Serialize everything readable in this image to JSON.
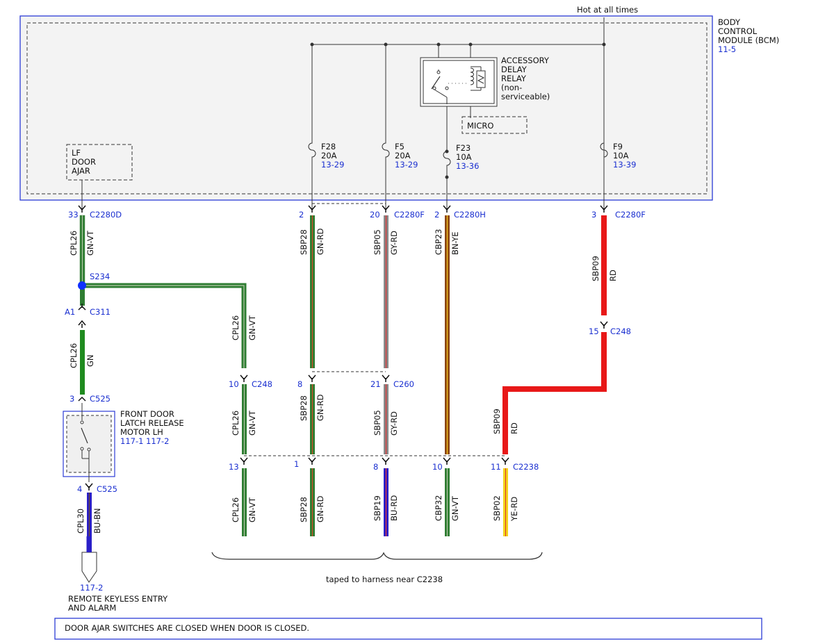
{
  "header": {
    "hot_label": "Hot at all times"
  },
  "bcm": {
    "line1": "BODY",
    "line2": "CONTROL",
    "line3": "MODULE (BCM)",
    "ref": "11-5"
  },
  "relay": {
    "line1": "ACCESSORY",
    "line2": "DELAY",
    "line3": "RELAY",
    "line4": "(non-",
    "line5": "serviceable)",
    "micro": "MICRO"
  },
  "lf_door": {
    "line1": "LF",
    "line2": "DOOR",
    "line3": "AJAR"
  },
  "fuses": [
    {
      "name": "F28",
      "rating": "20A",
      "ref": "13-29"
    },
    {
      "name": "F5",
      "rating": "20A",
      "ref": "13-29"
    },
    {
      "name": "F23",
      "rating": "10A",
      "ref": "13-36"
    },
    {
      "name": "F9",
      "rating": "10A",
      "ref": "13-39"
    }
  ],
  "connectors": {
    "c1": {
      "pin": "33",
      "name": "C2280D"
    },
    "c2": {
      "pin": "2",
      "name": ""
    },
    "c3": {
      "pin": "20",
      "name": "C2280F"
    },
    "c4": {
      "pin": "2",
      "name": "C2280H"
    },
    "c5": {
      "pin": "3",
      "name": "C2280F"
    },
    "c6": {
      "pin": "A1",
      "name": "C311"
    },
    "c7": {
      "pin": "15",
      "name": "C248"
    },
    "c8": {
      "pin": "3",
      "name": "C525"
    },
    "c9": {
      "pin": "10",
      "name": "C248"
    },
    "c10": {
      "pin": "8",
      "name": ""
    },
    "c11": {
      "pin": "21",
      "name": "C260"
    },
    "c12": {
      "pin": "13",
      "name": ""
    },
    "c13": {
      "pin": "1",
      "name": ""
    },
    "c14": {
      "pin": "8",
      "name": ""
    },
    "c15": {
      "pin": "10",
      "name": ""
    },
    "c16": {
      "pin": "11",
      "name": "C2238"
    },
    "c17": {
      "pin": "4",
      "name": "C525"
    }
  },
  "splice": {
    "name": "S234"
  },
  "wires": {
    "w1": {
      "circuit": "CPL26",
      "color": "GN-VT"
    },
    "w2": {
      "circuit": "CPL26",
      "color": "GN"
    },
    "w3": {
      "circuit": "CPL26",
      "color": "GN-VT"
    },
    "w4": {
      "circuit": "CPL26",
      "color": "GN-VT"
    },
    "w5": {
      "circuit": "CPL26",
      "color": "GN-VT"
    },
    "w6": {
      "circuit": "SBP28",
      "color": "GN-RD"
    },
    "w7": {
      "circuit": "SBP28",
      "color": "GN-RD"
    },
    "w8": {
      "circuit": "SBP28",
      "color": "GN-RD"
    },
    "w9": {
      "circuit": "SBP05",
      "color": "GY-RD"
    },
    "w10": {
      "circuit": "SBP05",
      "color": "GY-RD"
    },
    "w11": {
      "circuit": "SBP19",
      "color": "BU-RD"
    },
    "w12": {
      "circuit": "CBP23",
      "color": "BN-YE"
    },
    "w13": {
      "circuit": "CBP32",
      "color": "GN-VT"
    },
    "w14": {
      "circuit": "SBP09",
      "color": "RD"
    },
    "w15": {
      "circuit": "SBP09",
      "color": "RD"
    },
    "w16": {
      "circuit": "SBP02",
      "color": "YE-RD"
    },
    "w17": {
      "circuit": "CPL30",
      "color": "BU-BN"
    }
  },
  "latch_motor": {
    "line1": "FRONT DOOR",
    "line2": "LATCH RELEASE",
    "line3": "MOTOR LH",
    "ref1": "117-1",
    "ref2": "117-2"
  },
  "rke": {
    "ref": "117-2",
    "line1": "REMOTE KEYLESS ENTRY",
    "line2": "AND ALARM"
  },
  "harness_note": "taped to harness near C2238",
  "footer_note": "DOOR AJAR SWITCHES ARE CLOSED WHEN DOOR IS CLOSED.",
  "colors": {
    "module_outline": "#2b3bd6",
    "pin_text": "#1a2fd0",
    "green": "#2e7d32",
    "red": "#e81818",
    "gray": "#8a8a8a",
    "blue_wire": "#2a1fc8",
    "yellow": "#f2d21b",
    "brown": "#8b4513",
    "violet": "#8e3fb0"
  }
}
